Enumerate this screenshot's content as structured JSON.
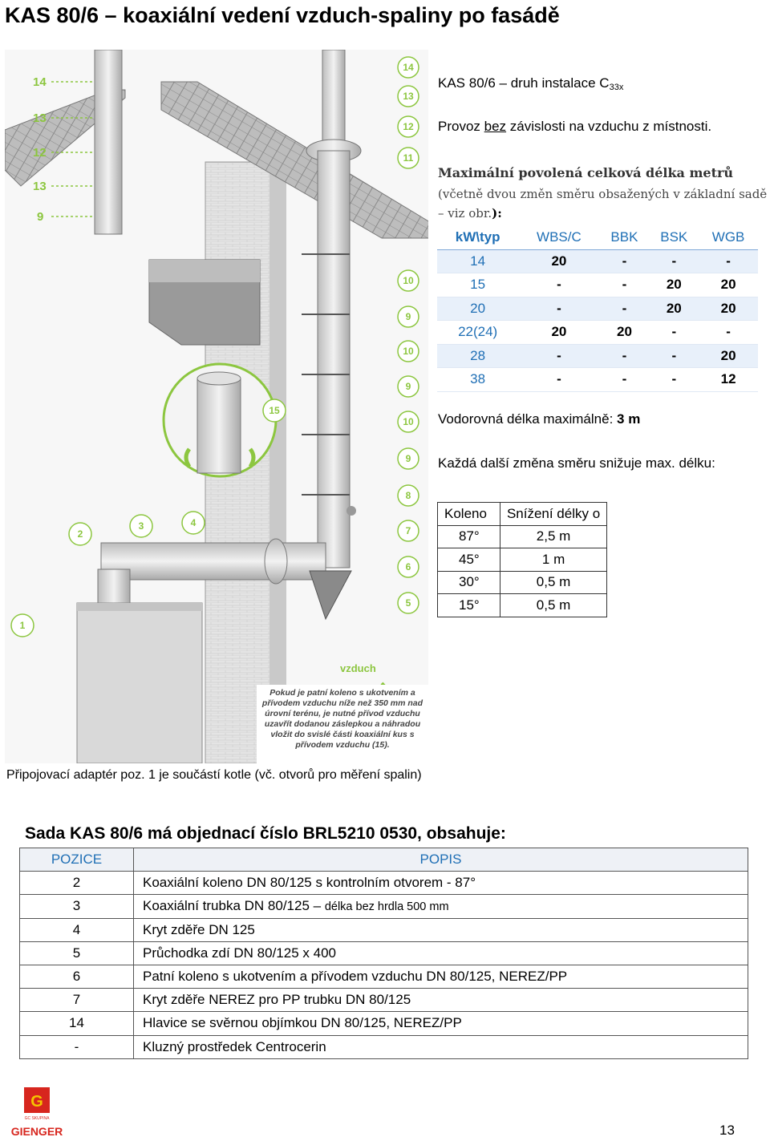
{
  "title": "KAS 80/6 – koaxiální vedení vzduch-spaliny po fasádě",
  "illustration": {
    "left_markers": [
      "14",
      "13",
      "12",
      "13",
      "9"
    ],
    "right_markers": [
      "14",
      "13",
      "12",
      "11",
      "10",
      "9",
      "10",
      "9",
      "10",
      "9",
      "8",
      "7",
      "6",
      "5"
    ],
    "other_markers": [
      "15",
      "2",
      "3",
      "4",
      "1"
    ],
    "air_label": "vzduch",
    "note": "Pokud je patní koleno s ukotvením a přívodem vzduchu níže než 350 mm nad úrovní terénu, je nutné přívod vzduchu uzavřít dodanou záslepkou a náhradou vložit do svislé části koaxiální kus s přívodem vzduchu (15)."
  },
  "install_type": {
    "prefix": "KAS 80/6 – druh instalace C",
    "subscript": "33x"
  },
  "operation": {
    "pre": "Provoz ",
    "underlined": "bez",
    "post": " závislosti na vzduchu z místnosti."
  },
  "max_length": {
    "heading": "Maximální povolená celková délka metrů",
    "subheading": "(včetně dvou změn směru obsažených v základní sadě – viz obr.",
    "subheading_end": "):"
  },
  "kw_table": {
    "headers": [
      "kW\\typ",
      "WBS/C",
      "BBK",
      "BSK",
      "WGB"
    ],
    "rows": [
      [
        "14",
        "20",
        "-",
        "-",
        "-"
      ],
      [
        "15",
        "-",
        "-",
        "20",
        "20"
      ],
      [
        "20",
        "-",
        "-",
        "20",
        "20"
      ],
      [
        "22(24)",
        "20",
        "20",
        "-",
        "-"
      ],
      [
        "28",
        "-",
        "-",
        "-",
        "20"
      ],
      [
        "38",
        "-",
        "-",
        "-",
        "12"
      ]
    ]
  },
  "horizontal": {
    "label": "Vodorovná délka maximálně: ",
    "value": "3 m"
  },
  "bend_info": "Každá další změna směru snižuje max. délku:",
  "bend_table": {
    "headers": [
      "Koleno",
      "Snížení délky o"
    ],
    "rows": [
      [
        "87°",
        "2,5 m"
      ],
      [
        "45°",
        "1 m"
      ],
      [
        "30°",
        "0,5 m"
      ],
      [
        "15°",
        "0,5 m"
      ]
    ]
  },
  "adapter_note": "Připojovací adaptér poz. 1 je součástí kotle (vč. otvorů pro měření spalin)",
  "kit": {
    "heading": "Sada KAS 80/6 má objednací číslo BRL5210 0530, obsahuje:",
    "headers": [
      "POZICE",
      "POPIS"
    ],
    "rows": [
      {
        "pos": "2",
        "desc": "Koaxiální koleno DN 80/125 s kontrolním otvorem - 87°",
        "small": ""
      },
      {
        "pos": "3",
        "desc": "Koaxiální trubka DN 80/125 – ",
        "small": "délka bez hrdla 500 mm"
      },
      {
        "pos": "4",
        "desc": "Kryt zděře DN 125",
        "small": ""
      },
      {
        "pos": "5",
        "desc": "Průchodka zdí DN 80/125 x 400",
        "small": ""
      },
      {
        "pos": "6",
        "desc": "Patní koleno s ukotvením a přívodem vzduchu DN 80/125, NEREZ/PP",
        "small": ""
      },
      {
        "pos": "7",
        "desc": "Kryt zděře NEREZ pro PP trubku DN 80/125",
        "small": ""
      },
      {
        "pos": "14",
        "desc": "Hlavice se svěrnou objímkou DN 80/125, NEREZ/PP",
        "small": ""
      },
      {
        "pos": "-",
        "desc": "Kluzný prostředek Centrocerin",
        "small": ""
      }
    ]
  },
  "footer": {
    "logo_text": "GIENGER",
    "logo_sub": "GC SKUPINA",
    "page_number": "13"
  },
  "colors": {
    "accent_green": "#8cc63f",
    "header_blue": "#1f6fb5",
    "logo_red": "#d7261e",
    "logo_yellow": "#f5c400"
  }
}
